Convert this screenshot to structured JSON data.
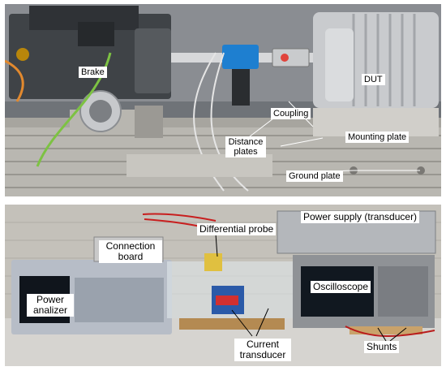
{
  "top_photo": {
    "labels": {
      "brake": "Brake",
      "dut": "DUT",
      "coupling": "Coupling",
      "distance_plates": "Distance plates",
      "mounting_plate": "Mounting plate",
      "ground_plate": "Ground plate"
    }
  },
  "bottom_photo": {
    "labels": {
      "connection_board": "Connection board",
      "differential_probe": "Differential probe",
      "power_supply": "Power supply (transducer)",
      "oscilloscope": "Oscilloscope",
      "power_analyzer": "Power analizer",
      "current_transducer": "Current transducer",
      "shunts": "Shunts"
    }
  }
}
